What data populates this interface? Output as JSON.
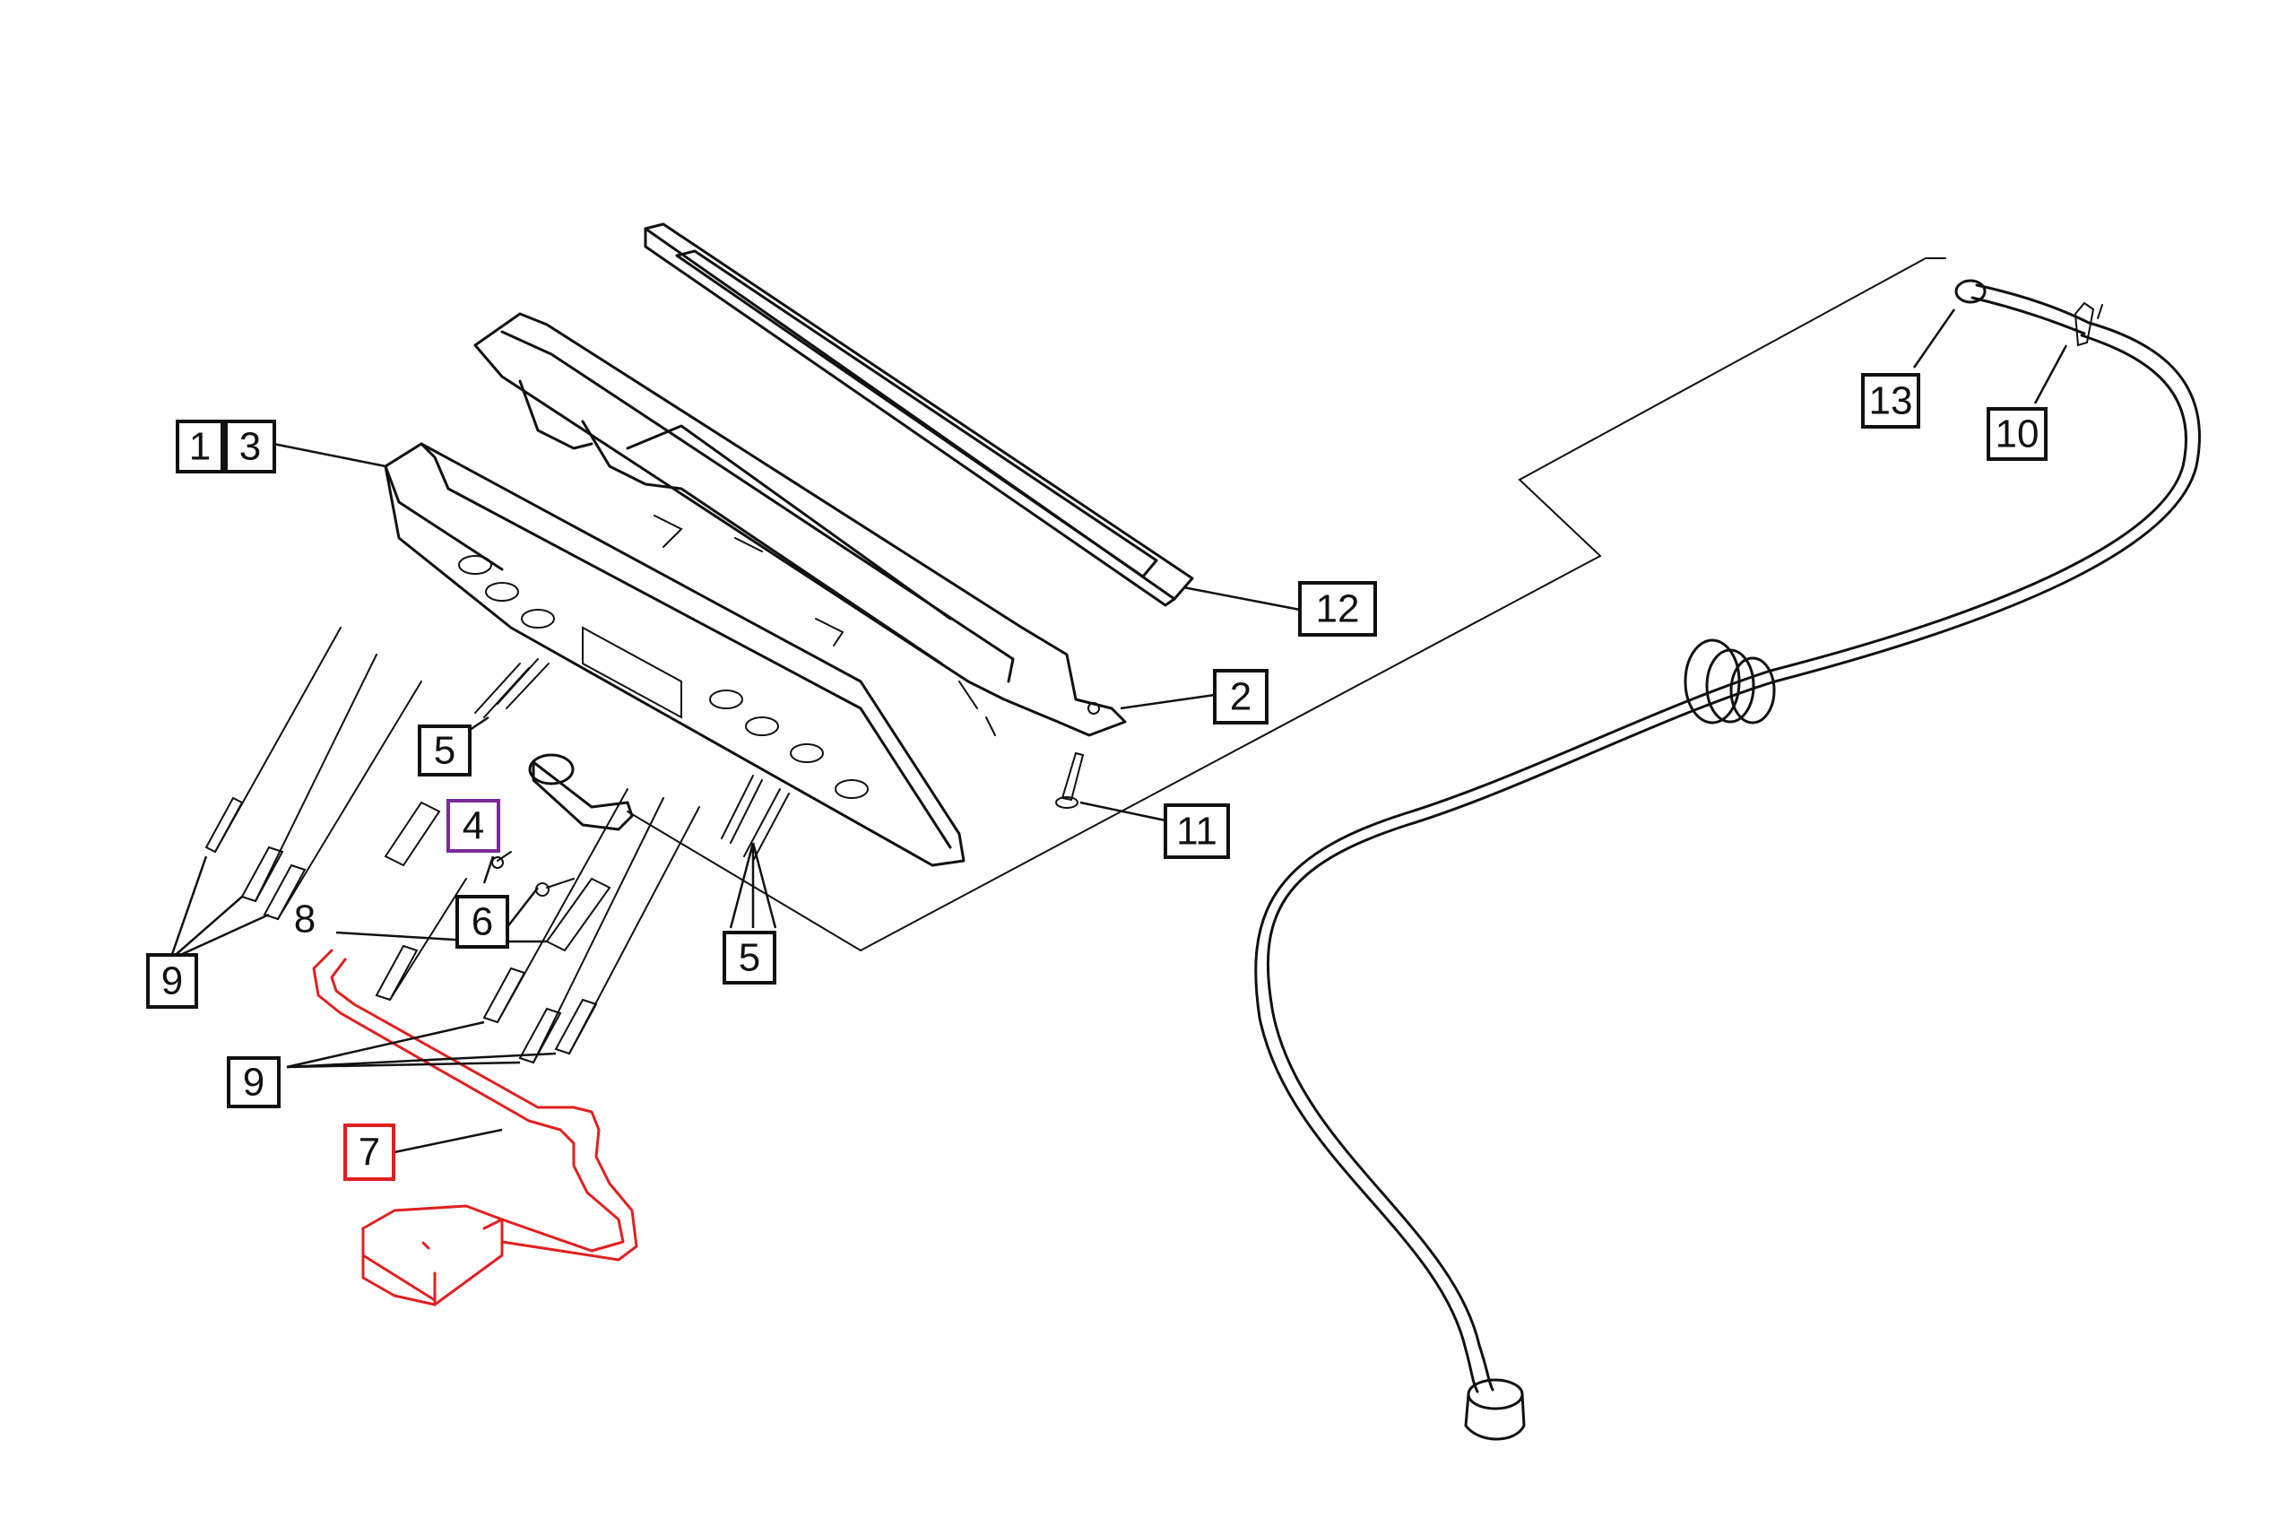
{
  "colors": {
    "line": "#111111",
    "highlight_red": "#e02020",
    "highlight_purple": "#7a2a9a",
    "background": "#ffffff"
  },
  "callouts": {
    "c1": "1",
    "c3": "3",
    "c2": "2",
    "c4": "4",
    "c5a": "5",
    "c5b": "5",
    "c6": "6",
    "c7": "7",
    "c8": "8",
    "c9a": "9",
    "c9b": "9",
    "c10": "10",
    "c11": "11",
    "c12": "12",
    "c13": "13"
  }
}
